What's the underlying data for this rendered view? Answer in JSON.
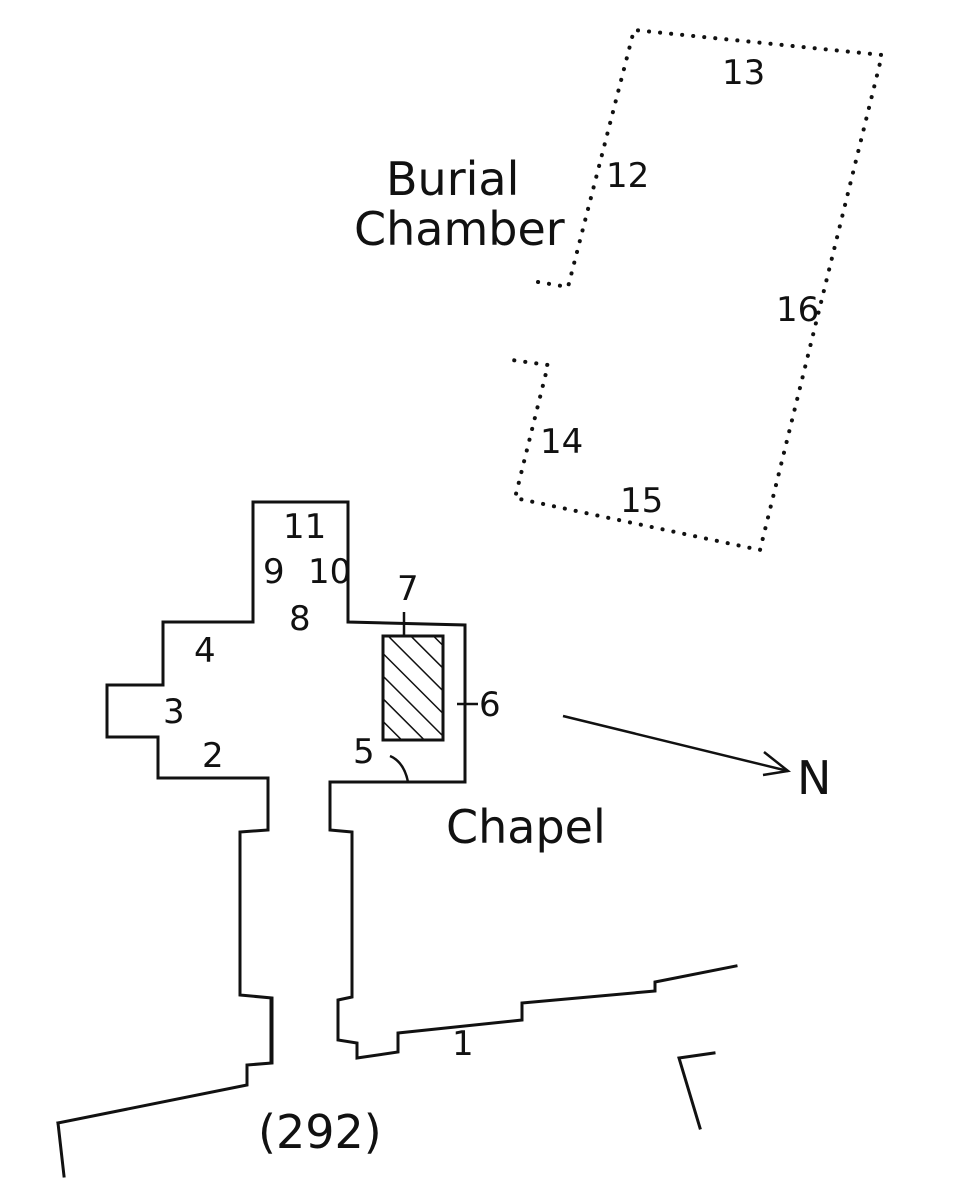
{
  "labels": {
    "burial_chamber_line1": "Burial",
    "burial_chamber_line2": "Chamber",
    "chapel": "Chapel",
    "north": "N",
    "tomb_number": "(292)"
  },
  "wall_scenes": [
    "1",
    "2",
    "3",
    "4",
    "5",
    "6",
    "7",
    "8",
    "9",
    "10",
    "11",
    "12",
    "13",
    "14",
    "15",
    "16"
  ],
  "colors": {
    "ink": "#111111",
    "paper": "#ffffff"
  }
}
